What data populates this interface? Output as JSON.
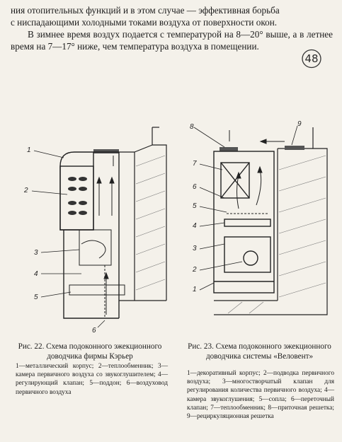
{
  "text": {
    "line1": "ния отопительных функций и в этом случае — эффективная борьба",
    "line2": "с ниспадающими холодными токами воздуха от поверхности окон.",
    "para2": "В зимнее время воздух подается с температурой на 8—20° выше, а в летнее время на 7—17° ниже, чем температура воздуха в помещении."
  },
  "page_mark": "48",
  "figure22": {
    "caption": "Рис. 22. Схема подоконного эжекционного доводчика фирмы Кэрьер",
    "legend": "1—металлический корпус; 2—теплообменник; 3—камера первичного воздуха со звукоглушителем; 4—регулирующий клапан; 5—поддон; 6—воздуховод первичного воздуха",
    "labels": [
      "1",
      "2",
      "3",
      "4",
      "5",
      "6"
    ]
  },
  "figure23": {
    "caption": "Рис. 23. Схема подоконного эжекционного доводчика системы «Веловент»",
    "legend": "1—декоративный корпус; 2—подводка первичного воздуха; 3—многостворчатый клапан для регулирования количества первичного воздуха; 4—камера звукоглушения; 5—сопла; 6—переточный клапан; 7—теплообменник; 8—приточная решетка; 9—рециркуляционная решетка",
    "labels": [
      "1",
      "2",
      "3",
      "4",
      "5",
      "6",
      "7",
      "8",
      "9"
    ]
  }
}
